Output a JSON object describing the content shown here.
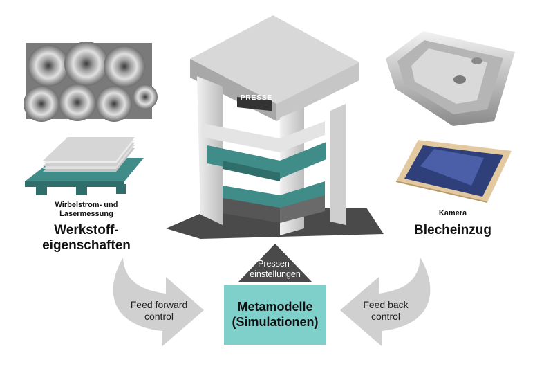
{
  "left": {
    "sensor_label_line1": "Wirbelstrom- und",
    "sensor_label_line2": "Lasermessung",
    "title_line1": "Werkstoff-",
    "title_line2": "eigenschaften"
  },
  "right": {
    "sensor_label": "Kamera",
    "title": "Blecheinzug"
  },
  "press": {
    "sign": "PRESSE"
  },
  "triangle": {
    "line1": "Pressen-",
    "line2": "einstellungen"
  },
  "center_box": {
    "line1": "Metamodelle",
    "line2": "(Simulationen)"
  },
  "feed_forward": {
    "line1": "Feed forward",
    "line2": "control"
  },
  "feed_back": {
    "line1": "Feed back",
    "line2": "control"
  },
  "colors": {
    "teal": "#3f8c88",
    "box_teal": "#7fcfcb",
    "arrow_gray": "#d0d0d0",
    "dark_gray": "#4a4a4a",
    "blue_sheet": "#2e3f7a"
  }
}
